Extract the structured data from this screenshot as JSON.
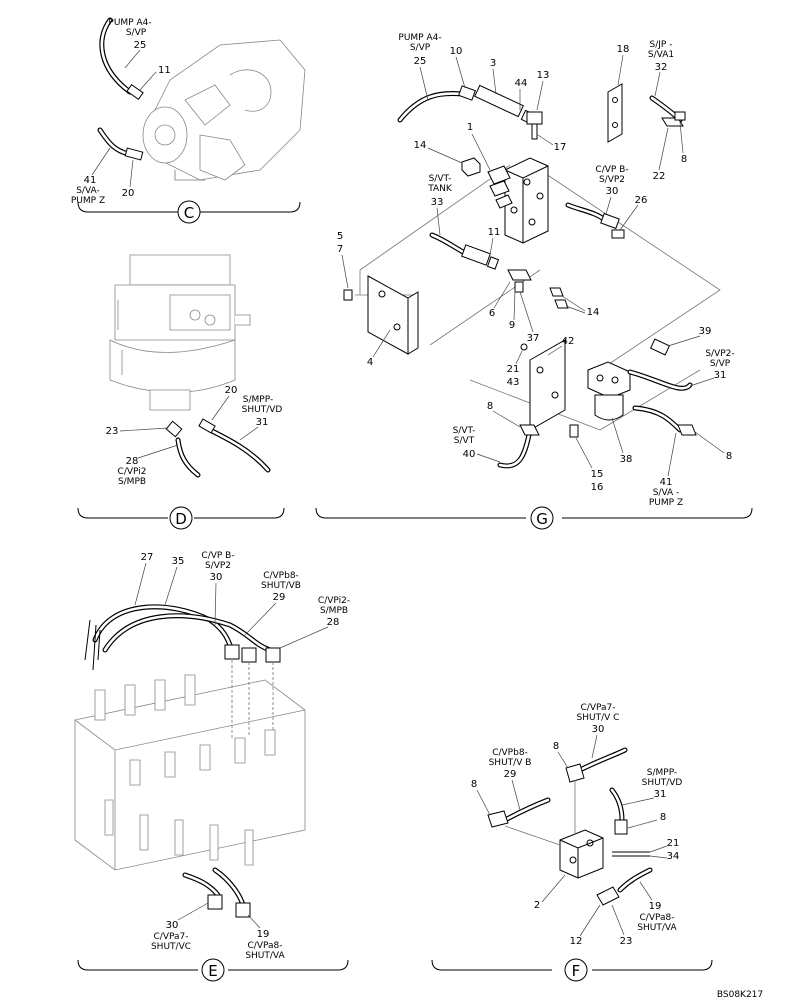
{
  "view_tags": [
    "C",
    "D",
    "G",
    "E",
    "F"
  ],
  "reference": "BS08K217",
  "view_c": {
    "pump_label": [
      "PUMP A4-",
      "S/VP"
    ],
    "n25": "25",
    "n11": "11",
    "n41": "41",
    "va_label": [
      "S/VA-",
      "PUMP Z"
    ],
    "n20": "20"
  },
  "view_d": {
    "n20": "20",
    "mpp_label": [
      "S/MPP-",
      "SHUT/VD"
    ],
    "n31": "31",
    "n23": "23",
    "n28": "28",
    "vpi_label": [
      "C/VPi2",
      "S/MPB"
    ]
  },
  "view_g": {
    "pump_label": [
      "PUMP A4-",
      "S/VP"
    ],
    "n25": "25",
    "n10": "10",
    "n3": "3",
    "n44": "44",
    "n13": "13",
    "n17": "17",
    "n18": "18",
    "jp_label": [
      "S/JP -",
      "S/VA1"
    ],
    "n32": "32",
    "n22": "22",
    "n8a": "8",
    "n1": "1",
    "n14a": "14",
    "vt_tank": [
      "S/VT-",
      "TANK"
    ],
    "n33": "33",
    "vpb_label": [
      "C/VP B-",
      "S/VP2"
    ],
    "n30": "30",
    "n26": "26",
    "n5": "5",
    "n7": "7",
    "n11": "11",
    "n6": "6",
    "n9": "9",
    "n37": "37",
    "n14b": "14",
    "n4": "4",
    "n42": "42",
    "n21": "21",
    "n43": "43",
    "n39": "39",
    "vp2_label": [
      "S/VP2-",
      "S/VP"
    ],
    "n31": "31",
    "n8b": "8",
    "vt_vt": [
      "S/VT-",
      "S/VT"
    ],
    "n40": "40",
    "n15": "15",
    "n16": "16",
    "n38": "38",
    "n41": "41",
    "va_label": [
      "S/VA -",
      "PUMP Z"
    ],
    "n8c": "8"
  },
  "view_e": {
    "n27": "27",
    "n35": "35",
    "vpb_label": [
      "C/VP B-",
      "S/VP2"
    ],
    "n30a": "30",
    "vpb8_label": [
      "C/VPb8-",
      "SHUT/VB"
    ],
    "n29": "29",
    "vpi2_label": [
      "C/VPi2-",
      "S/MPB"
    ],
    "n28": "28",
    "n30b": "30",
    "vpa7_label": [
      "C/VPa7-",
      "SHUT/VC"
    ],
    "n19": "19",
    "vpa8_label": [
      "C/VPa8-",
      "SHUT/VA"
    ]
  },
  "view_f": {
    "vpa7_label": [
      "C/VPa7-",
      "SHUT/V C"
    ],
    "n30": "30",
    "vpb8_label": [
      "C/VPb8-",
      "SHUT/V B"
    ],
    "n29": "29",
    "n8a": "8",
    "n8b": "8",
    "mpp_label": [
      "S/MPP-",
      "SHUT/VD"
    ],
    "n31": "31",
    "n8c": "8",
    "n21": "21",
    "n34": "34",
    "n2": "2",
    "n19": "19",
    "vpa8_label": [
      "C/VPa8-",
      "SHUT/VA"
    ],
    "n12": "12",
    "n23": "23"
  }
}
